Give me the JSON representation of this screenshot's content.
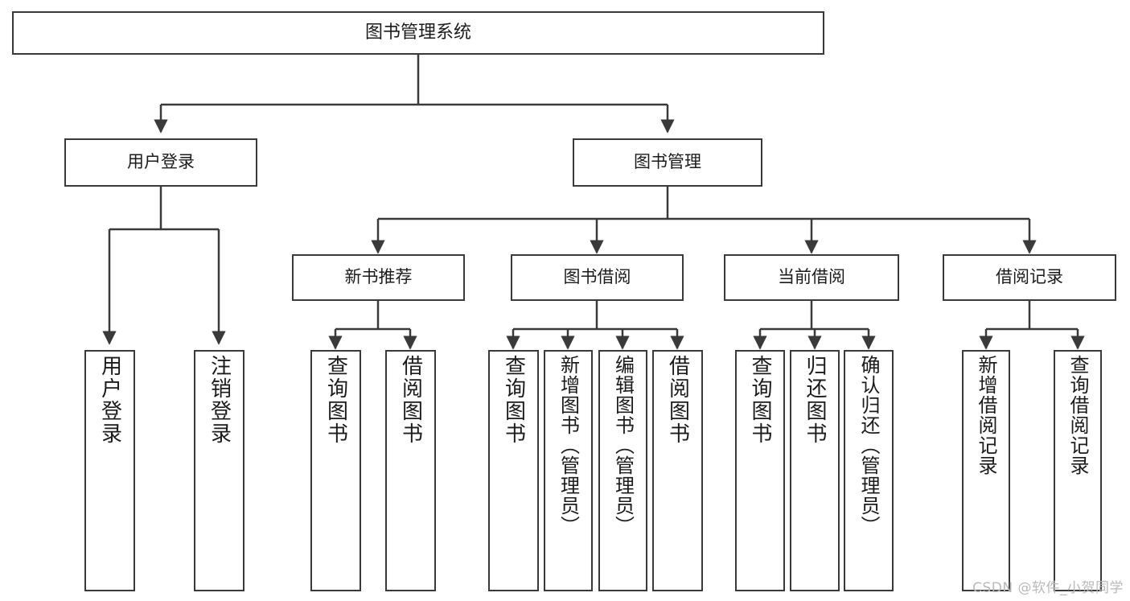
{
  "diagram": {
    "title": "图书管理系统",
    "type": "hierarchy-tree",
    "background_color": "#ffffff",
    "box_border_color": "#3a3a3a",
    "edge_color": "#3a3a3a",
    "watermark": "CSDN @软件_小贺同学",
    "nodes": {
      "root": {
        "label": "图书管理系统"
      },
      "level2": [
        {
          "id": "user-login",
          "label": "用户登录"
        },
        {
          "id": "book-manage",
          "label": "图书管理"
        }
      ],
      "level3": [
        {
          "id": "new-book-recommend",
          "label": "新书推荐"
        },
        {
          "id": "book-borrow",
          "label": "图书借阅"
        },
        {
          "id": "current-borrow",
          "label": "当前借阅"
        },
        {
          "id": "borrow-record",
          "label": "借阅记录"
        }
      ],
      "leaves": {
        "user_login": [
          {
            "id": "leaf-user-login",
            "label": "用户登录"
          },
          {
            "id": "leaf-logout-login",
            "label": "注销登录"
          }
        ],
        "new_book_recommend": [
          {
            "id": "leaf-query-book-1",
            "label": "查询图书"
          },
          {
            "id": "leaf-borrow-book-1",
            "label": "借阅图书"
          }
        ],
        "book_borrow": [
          {
            "id": "leaf-query-book-2",
            "label": "查询图书"
          },
          {
            "id": "leaf-add-book-admin",
            "label": "新增图书（管理员）"
          },
          {
            "id": "leaf-edit-book-admin",
            "label": "编辑图书（管理员）"
          },
          {
            "id": "leaf-borrow-book-2",
            "label": "借阅图书"
          }
        ],
        "current_borrow": [
          {
            "id": "leaf-query-book-3",
            "label": "查询图书"
          },
          {
            "id": "leaf-return-book",
            "label": "归还图书"
          },
          {
            "id": "leaf-confirm-return-admin",
            "label": "确认归还（管理员）"
          }
        ],
        "borrow_record": [
          {
            "id": "leaf-add-borrow-record",
            "label": "新增借阅记录"
          },
          {
            "id": "leaf-query-borrow-record",
            "label": "查询借阅记录"
          }
        ]
      }
    }
  }
}
